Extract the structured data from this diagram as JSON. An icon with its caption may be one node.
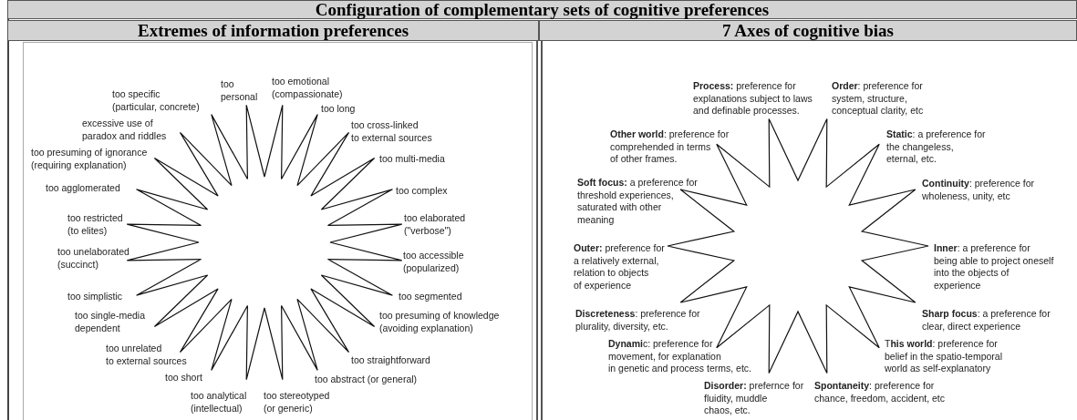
{
  "diagram": {
    "title": "Configuration of complementary sets of cognitive preferences",
    "labels": [
      "Extremes of information preferences",
      "7 Axes of cognitive bias",
      "too specific (particular, concrete)",
      "too personal",
      "too emotional (compassionate)",
      "too long",
      "excessive use of paradox and riddles",
      "too cross-linked to external sources",
      "too presuming of ignorance (requiring explanation)",
      "too multi-media",
      "too agglomerated",
      "too complex",
      "too restricted (to elites)",
      "too elaborated (\"verbose\")",
      "too unelaborated (succinct)",
      "too accessible (popularized)",
      "too simplistic",
      "too segmented",
      "too single-media dependent",
      "too presuming of knowledge (avoiding explanation)",
      "too unrelated to external sources",
      "too straightforward",
      "too short",
      "too abstract (or general)",
      "too analytical (intellectual)",
      "too stereotyped (or generic)",
      "**Process:** preference for explanations subject to laws and definable processes.",
      "**Order**: preference for system, structure, conceptual clarity, etc",
      "**Other world**: preference for comprehended in terms of other frames.",
      "**Static**: a preference for the changeless, eternal, etc.",
      "**Soft focus:** a preference for threshold experiences, saturated with other meaning",
      "**Continuity**: preference for wholeness, unity, etc",
      "**Outer:** preference for a relatively external, relation to objects of experience",
      "**Inner**: a preference for being able to project oneself into the objects of experience",
      "**Discreteness**: preference for plurality, diversity, etc.",
      "**Sharp focus**: a preference for clear, direct experience",
      "**Dynami**c: preference for movement, for explanation in genetic and process terms, etc.",
      "T**his world**: preference for belief in the spatio-temporal world as self-explanatory",
      "**Disorder:** prefernce for fluidity, muddle chaos, etc.",
      "**Spontaneity**: preference for chance, freedom, accident, etc"
    ]
  }
}
